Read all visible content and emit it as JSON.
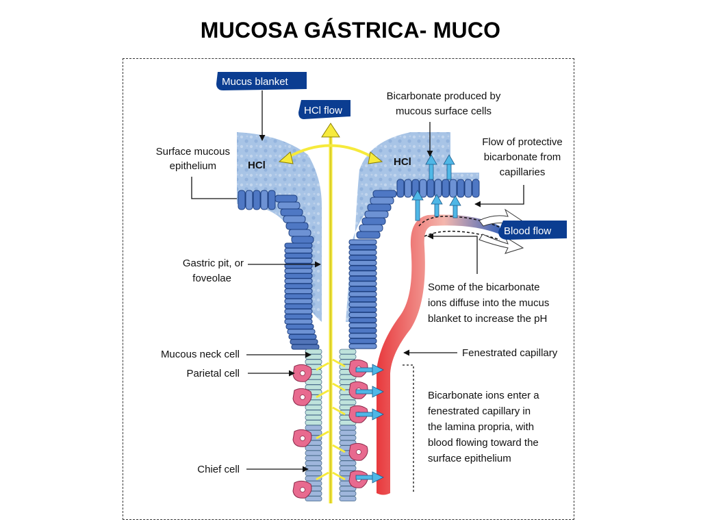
{
  "title": "MUCOSA GÁSTRICA- MUCO",
  "colors": {
    "mucus": "#a8c4e6",
    "epithelium_blue": "#4f78c4",
    "neck_cell": "#bfe3dc",
    "parietal_cell": "#e86a8f",
    "chief_cell": "#9fb6dc",
    "capillary_red": "#e8393d",
    "hcl_arrow": "#f6ea3c",
    "bicarb_arrow": "#4fb7e6",
    "pill_blue": "#0b3d91"
  },
  "pills": {
    "mucus_blanket": "Mucus blanket",
    "hcl_flow": "HCl flow",
    "blood_flow": "Blood flow"
  },
  "hcl": {
    "left": "HCl",
    "right": "HCl"
  },
  "labels": {
    "surface_mucous": [
      "Surface mucous",
      "epithelium"
    ],
    "gastric_pit": [
      "Gastric pit, or",
      "foveolae"
    ],
    "mucous_neck": "Mucous neck cell",
    "parietal": "Parietal cell",
    "chief": "Chief cell",
    "bicarb_produced": [
      "Bicarbonate produced by",
      "mucous surface cells"
    ],
    "flow_protective": [
      "Flow of protective",
      "bicarbonate from",
      "capillaries"
    ],
    "diffuse": [
      "Some of the bicarbonate",
      "ions diffuse into the mucus",
      "blanket  to increase the pH"
    ],
    "fenestrated": "Fenestrated capillary",
    "enter": [
      "Bicarbonate ions enter a",
      "fenestrated capillary in",
      "the lamina propria, with",
      "blood flowing toward the",
      "surface epithelium"
    ]
  }
}
